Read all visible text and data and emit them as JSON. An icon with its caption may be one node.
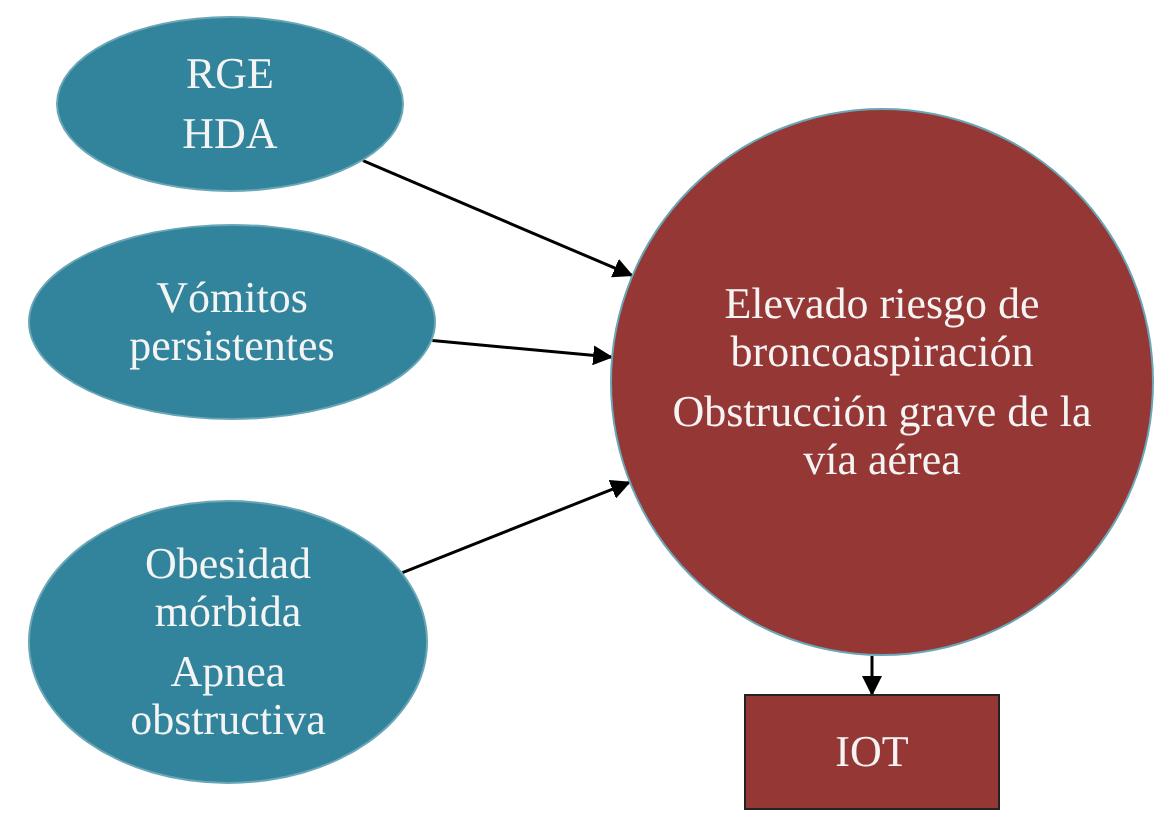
{
  "diagram": {
    "nodes": [
      {
        "text": [
          "RGE",
          "HDA"
        ]
      },
      {
        "text": [
          "Vómitos persistentes"
        ]
      },
      {
        "text": [
          "Obesidad mórbida",
          "Apnea obstructiva"
        ]
      },
      {
        "text": [
          "Elevado riesgo de broncoaspiración",
          "Obstrucción grave de la vía aérea"
        ]
      },
      {
        "text": [
          "IOT"
        ]
      }
    ],
    "edges": [
      {
        "from": 0,
        "to": 3,
        "arrow": "to"
      },
      {
        "from": 1,
        "to": 3,
        "arrow": "to"
      },
      {
        "from": 2,
        "to": 3,
        "arrow": "to"
      },
      {
        "from": 3,
        "to": 4,
        "arrow": "to"
      }
    ]
  }
}
